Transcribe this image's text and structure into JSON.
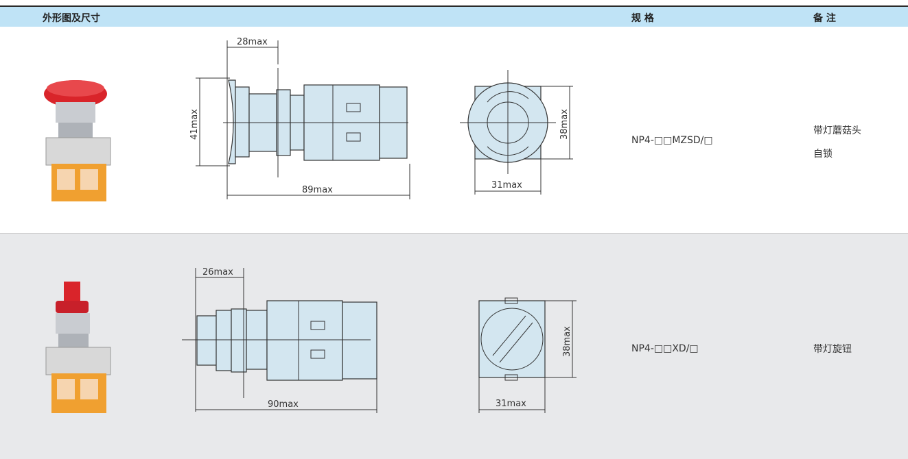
{
  "header": {
    "col_outline": "外形图及尺寸",
    "col_spec": "规 格",
    "col_note": "备 注"
  },
  "rows": [
    {
      "dims": {
        "front_depth": "28max",
        "height": "41max",
        "length": "89max",
        "face_height": "38max",
        "face_width": "31max"
      },
      "spec": "NP4-□□MZSD/□",
      "notes": [
        "带灯蘑菇头",
        "自锁"
      ]
    },
    {
      "dims": {
        "front_depth": "26max",
        "length": "90max",
        "face_height": "38max",
        "face_width": "31max"
      },
      "spec": "NP4-□□XD/□",
      "notes": [
        "带灯旋钮"
      ]
    }
  ],
  "colors": {
    "header_bg": "#bfe3f6",
    "row_alt_bg": "#e8e9eb",
    "drawing_fill": "#d3e6f0",
    "button_red": "#d9242a",
    "base_orange": "#f0a030"
  }
}
